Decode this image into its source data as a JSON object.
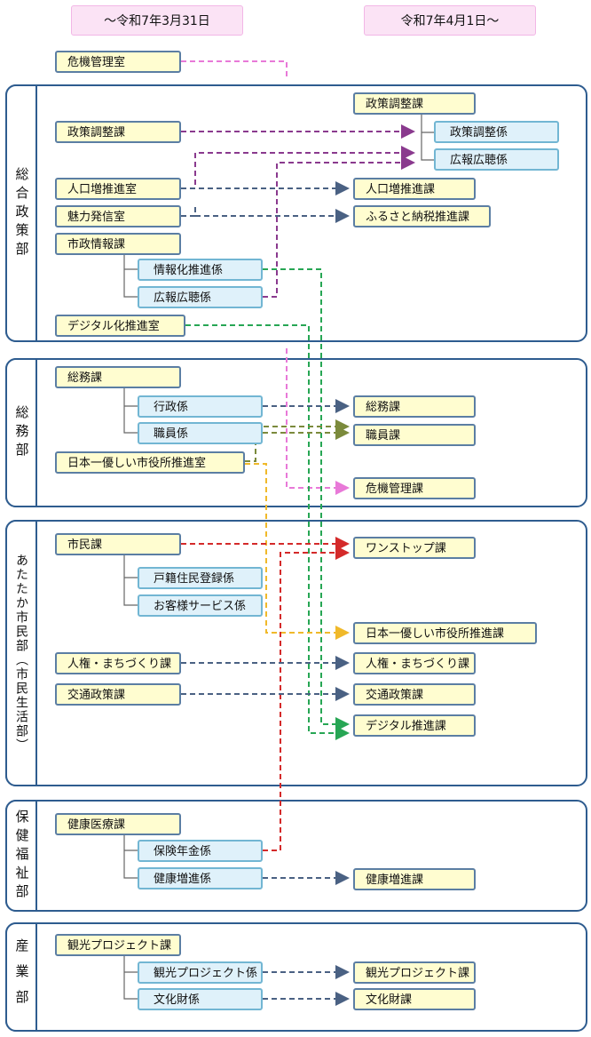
{
  "headers": {
    "before": "～令和7年3月31日",
    "after": "令和7年4月1日～"
  },
  "standalone_before": "危機管理室",
  "departments": [
    {
      "label": "総合政策部",
      "before": [
        "政策調整課",
        "人口増推進室",
        "魅力発信室",
        "市政情報課",
        "情報化推進係",
        "広報広聴係",
        "デジタル化推進室"
      ],
      "after": [
        "政策調整課",
        "政策調整係",
        "広報広聴係",
        "人口増推進課",
        "ふるさと納税推進課"
      ]
    },
    {
      "label": "総務部",
      "before": [
        "総務課",
        "行政係",
        "職員係",
        "日本一優しい市役所推進室"
      ],
      "after": [
        "総務課",
        "職員課",
        "危機管理課"
      ]
    },
    {
      "label": "あたたか市民部（市民生活部）",
      "before": [
        "市民課",
        "戸籍住民登録係",
        "お客様サービス係",
        "人権・まちづくり課",
        "交通政策課"
      ],
      "after": [
        "ワンストップ課",
        "日本一優しい市役所推進課",
        "人権・まちづくり課",
        "交通政策課",
        "デジタル推進課"
      ]
    },
    {
      "label": "保健福祉部",
      "before": [
        "健康医療課",
        "保険年金係",
        "健康増進係"
      ],
      "after": [
        "健康増進課"
      ]
    },
    {
      "label": "産業部",
      "before": [
        "観光プロジェクト課",
        "観光プロジェクト係",
        "文化財係"
      ],
      "after": [
        "観光プロジェクト課",
        "文化財課"
      ]
    }
  ],
  "line_colors": {
    "pink": "#e879d8",
    "purple": "#8a3a8e",
    "navy": "#4a6183",
    "green": "#27a654",
    "olive": "#7b8a3c",
    "gold": "#f0b92a",
    "red": "#d42a2a",
    "dept_border": "#2e5c8f",
    "box_fill": "#fffdd0",
    "sub_fill": "#dff1fa"
  }
}
